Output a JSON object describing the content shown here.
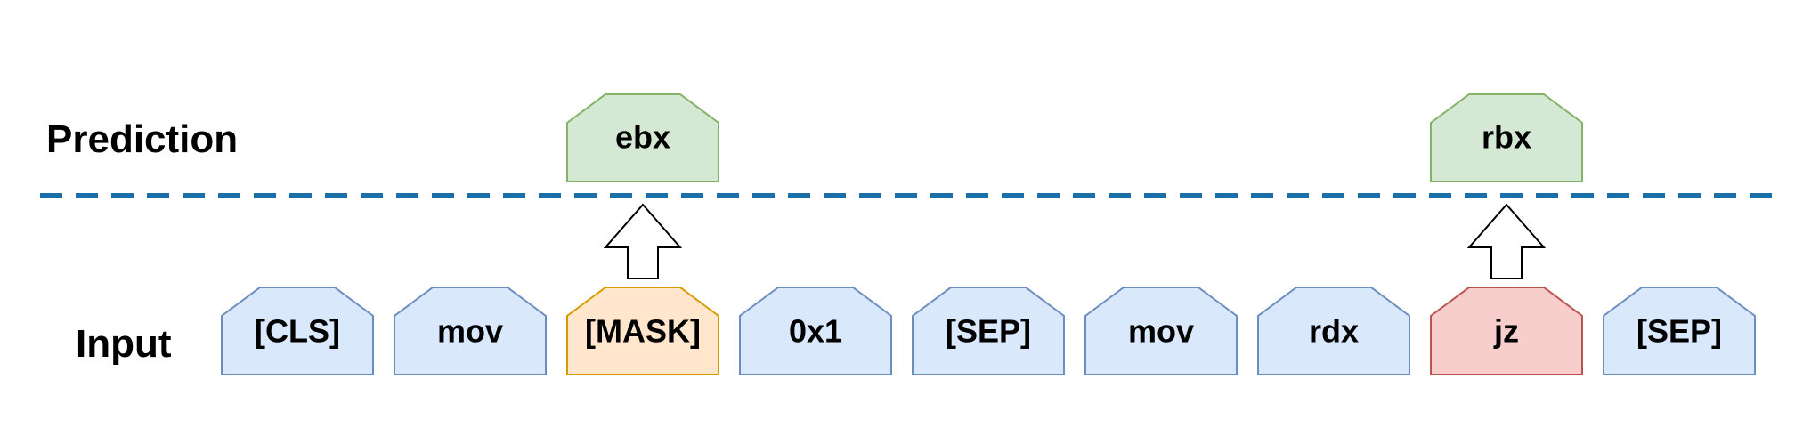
{
  "labels": {
    "prediction": "Prediction",
    "input": "Input"
  },
  "colors": {
    "divider": "#1b6fa8",
    "normal_fill": "#dae8fc",
    "normal_stroke": "#6c8ebf",
    "mask_fill": "#ffe6cc",
    "mask_stroke": "#d79b00",
    "jump_fill": "#f8cecc",
    "jump_stroke": "#b85450",
    "pred_fill": "#d5e8d4",
    "pred_stroke": "#82b366",
    "arrow_fill": "#ffffff",
    "arrow_stroke": "#000000"
  },
  "input_tokens": [
    {
      "text": "[CLS]",
      "style": "normal"
    },
    {
      "text": "mov",
      "style": "normal"
    },
    {
      "text": "[MASK]",
      "style": "mask"
    },
    {
      "text": "0x1",
      "style": "normal"
    },
    {
      "text": "[SEP]",
      "style": "normal"
    },
    {
      "text": "mov",
      "style": "normal"
    },
    {
      "text": "rdx",
      "style": "normal"
    },
    {
      "text": "jz",
      "style": "jump"
    },
    {
      "text": "[SEP]",
      "style": "normal"
    }
  ],
  "predictions": [
    {
      "text": "ebx",
      "token_index": 2
    },
    {
      "text": "rbx",
      "token_index": 7
    }
  ]
}
